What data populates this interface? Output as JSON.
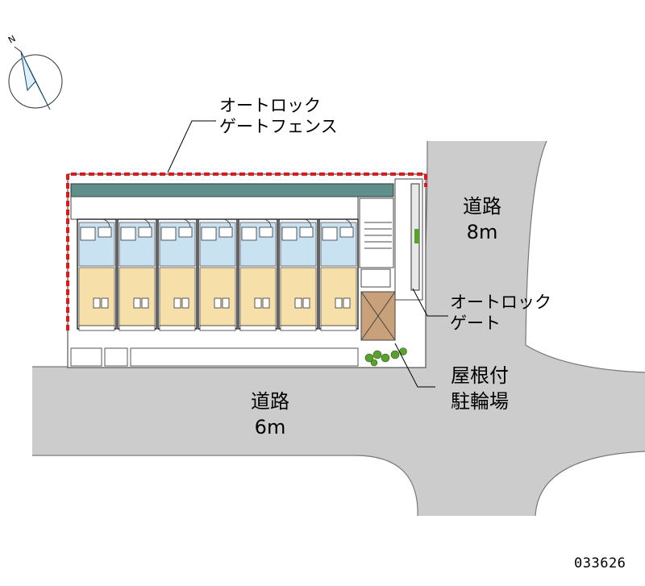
{
  "colors": {
    "road": "#cccccc",
    "road_edge": "#666666",
    "fence": "#e01818",
    "wall_teal": "#5f8f8a",
    "unit_blue": "#c9e2f2",
    "unit_tan": "#f7dfa9",
    "parking_brown": "#c8a07a",
    "greenery": "#5aa02c"
  },
  "labels": {
    "fence_callout": "オートロック\nゲートフェンス",
    "road_east": "道路\n8m",
    "gate_callout": "オートロック\nゲート",
    "parking_callout": "屋根付\n駐輪場",
    "road_south": "道路\n6m",
    "property_code": "033626"
  },
  "compass": {
    "north_letter": "N",
    "icon": "compass-icon"
  },
  "building": {
    "unit_count": 7
  }
}
